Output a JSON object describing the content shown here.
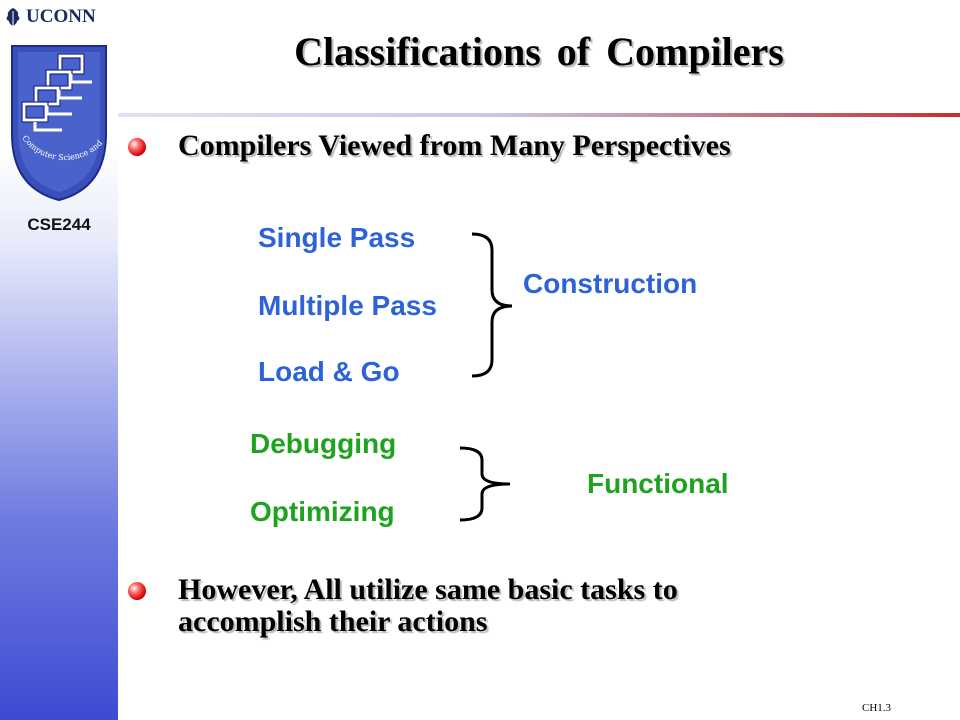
{
  "sidebar": {
    "university": "UCONN",
    "course": "CSE244",
    "logo_text": "Computer Science and Engineering"
  },
  "slide": {
    "title": "Classifications of Compilers",
    "bullets": [
      "Compilers Viewed from Many Perspectives",
      "However, All utilize same basic tasks to accomplish their actions"
    ],
    "construction": {
      "items": [
        "Single Pass",
        "Multiple Pass",
        "Load & Go"
      ],
      "label": "Construction"
    },
    "functional": {
      "items": [
        "Debugging",
        "Optimizing"
      ],
      "label": "Functional"
    },
    "slide_number": "CH1.3"
  },
  "colors": {
    "blue_text": "#2e63d8",
    "green_text": "#1fa31f",
    "bullet_red": "#d40000",
    "rule_red": "#c23030"
  },
  "icons": [
    "oak-leaf-icon",
    "stacked-monitors-logo",
    "bullet-disc-icon"
  ]
}
